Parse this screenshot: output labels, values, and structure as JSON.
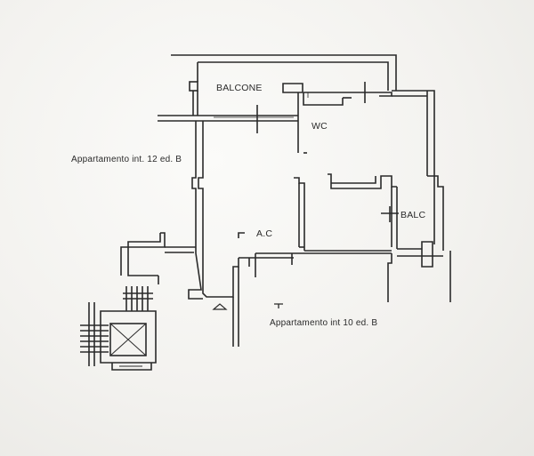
{
  "labels": {
    "balcone": "BALCONE",
    "wc": "WC",
    "appartamento_12": "Appartamento int. 12 ed. B",
    "balc": "BALC",
    "ac": "A.C",
    "appartamento_10": "Appartamento int 10 ed. B"
  },
  "colors": {
    "paper": "#f3f2ef",
    "ink": "#2a2a2a"
  }
}
